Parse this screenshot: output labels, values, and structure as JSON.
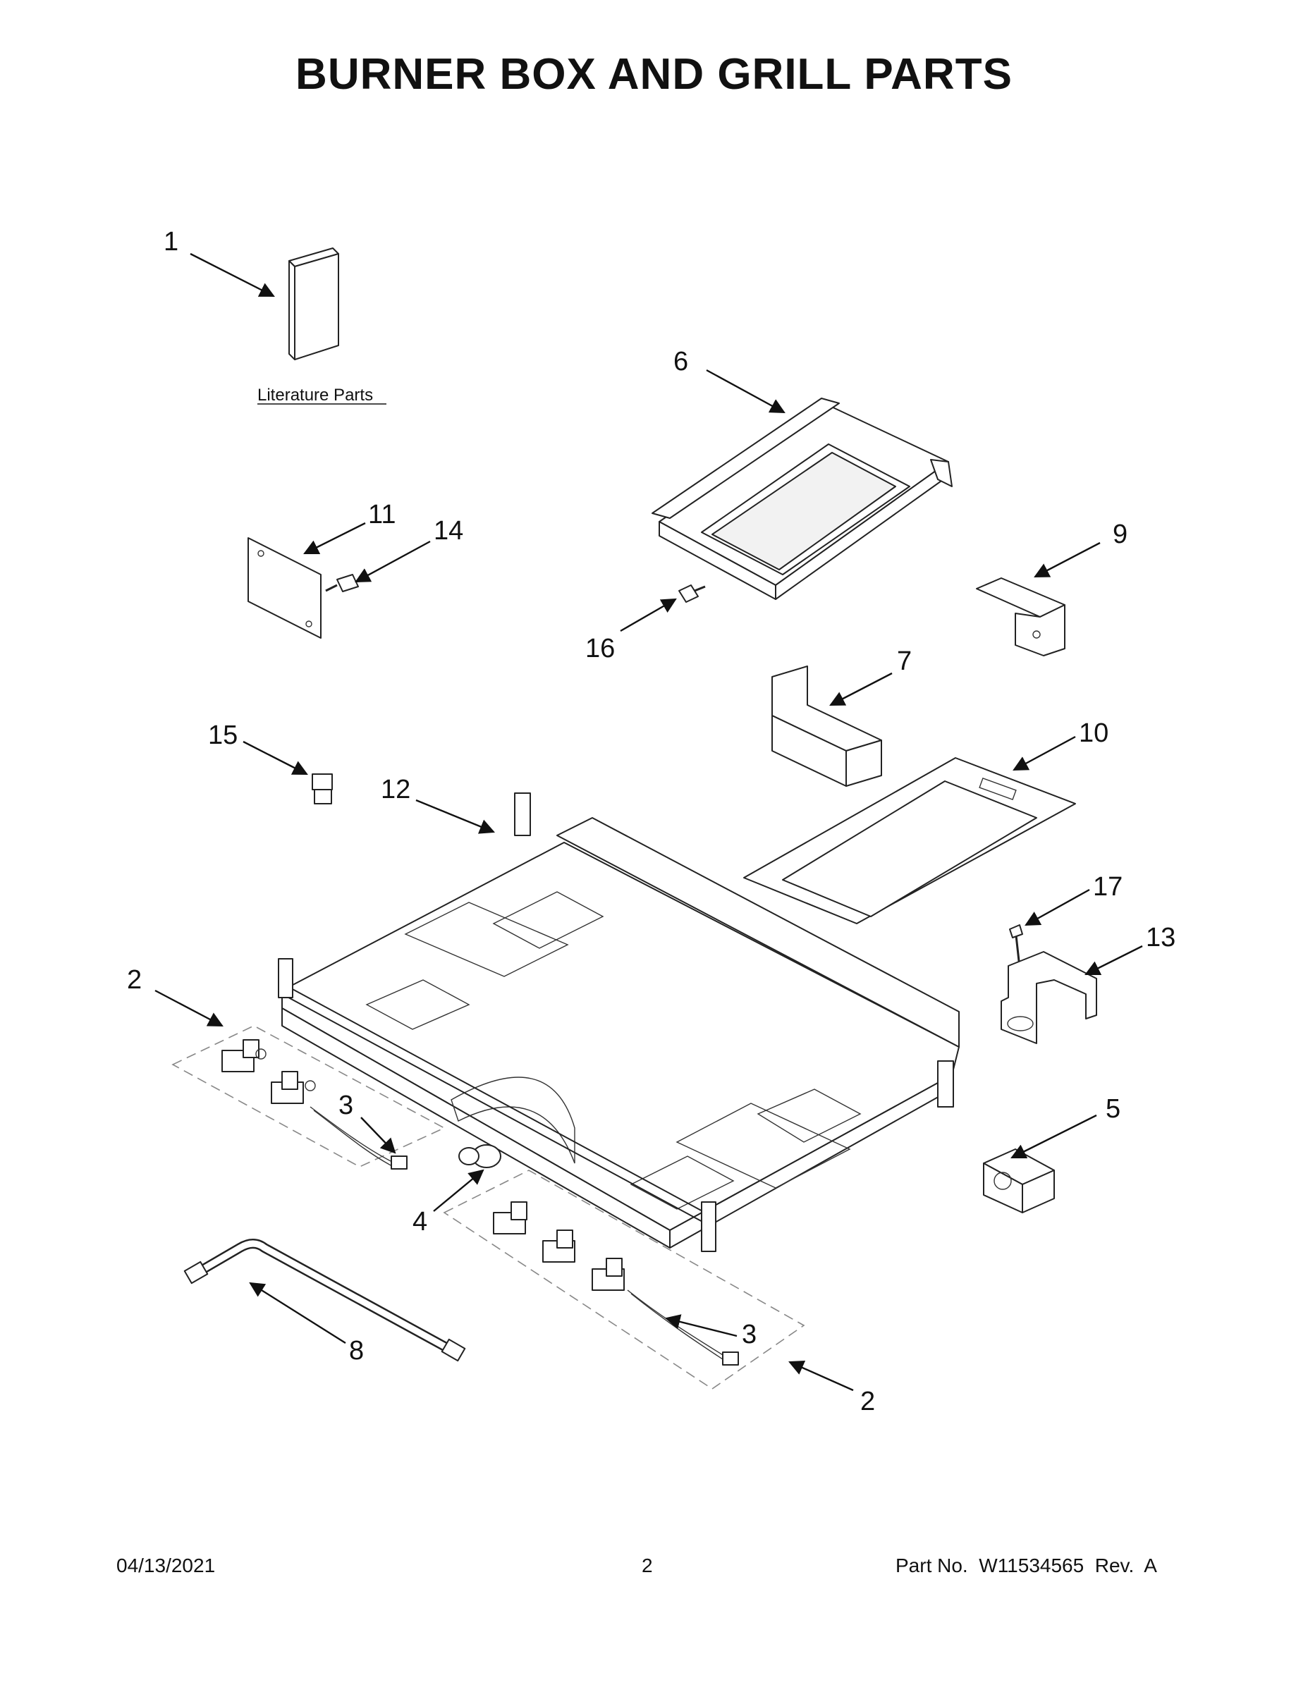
{
  "title": "BURNER BOX AND GRILL PARTS",
  "literature_label": "Literature Parts",
  "callouts": {
    "c1": "1",
    "c2a": "2",
    "c2b": "2",
    "c3a": "3",
    "c3b": "3",
    "c4": "4",
    "c5": "5",
    "c6": "6",
    "c7": "7",
    "c8": "8",
    "c9": "9",
    "c10": "10",
    "c11": "11",
    "c12": "12",
    "c13": "13",
    "c14": "14",
    "c15": "15",
    "c16": "16",
    "c17": "17"
  },
  "footer": {
    "date": "04/13/2021",
    "page": "2",
    "part_no": "Part No.  W11534565  Rev.  A"
  }
}
